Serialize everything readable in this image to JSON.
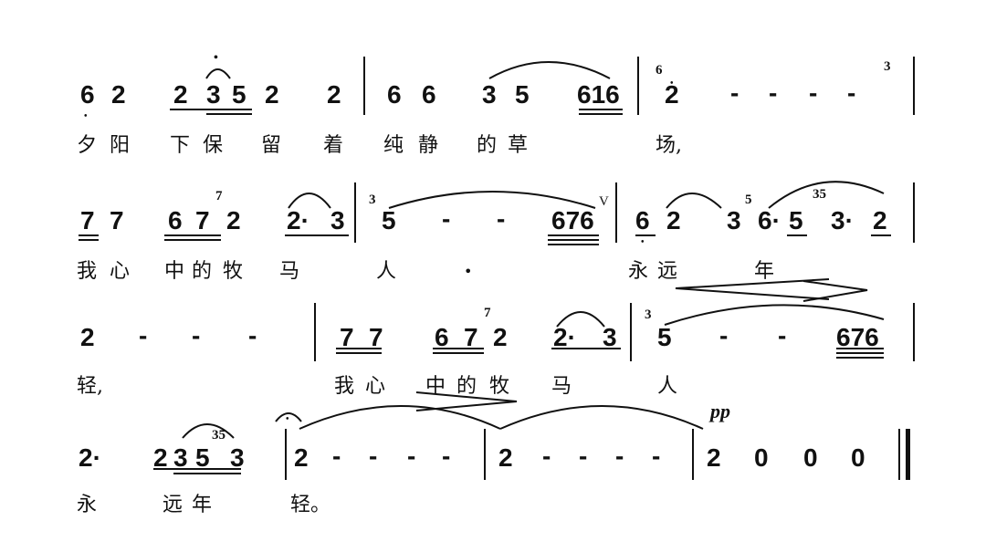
{
  "score": {
    "rows": [
      {
        "notes": [
          "6",
          "2",
          "2",
          "3",
          "5",
          "2",
          "2",
          "6",
          "6",
          "3",
          "5",
          "616",
          "2",
          "-",
          "-",
          "-",
          "-"
        ],
        "grace": [
          "6",
          "3"
        ],
        "lyrics": [
          "夕",
          "阳",
          "下",
          "保",
          "留",
          "着",
          "纯",
          "静",
          "的",
          "草",
          "场,"
        ]
      },
      {
        "notes": [
          "7",
          "7",
          "6",
          "7",
          "2",
          "2·",
          "3",
          "5",
          "-",
          "-",
          "676",
          "6",
          "2",
          "3",
          "6·",
          "5",
          "3·",
          "2"
        ],
        "grace": [
          "7",
          "3",
          "5",
          "35"
        ],
        "breath": "V",
        "lyrics": [
          "我",
          "心",
          "中",
          "的",
          "牧",
          "马",
          "人",
          "•",
          "永",
          "远",
          "年"
        ]
      },
      {
        "notes": [
          "2",
          "-",
          "-",
          "-",
          "7",
          "7",
          "6",
          "7",
          "2",
          "2·",
          "3",
          "5",
          "-",
          "-",
          "676"
        ],
        "grace": [
          "7",
          "3"
        ],
        "lyrics": [
          "轻,",
          "我",
          "心",
          "中",
          "的",
          "牧",
          "马",
          "人"
        ]
      },
      {
        "notes": [
          "2·",
          "2",
          "3",
          "5",
          "3",
          "2",
          "-",
          "-",
          "-",
          "-",
          "2",
          "-",
          "-",
          "-",
          "-",
          "2",
          "0",
          "0",
          "0"
        ],
        "grace": [
          "35"
        ],
        "dynamic": "pp",
        "lyrics": [
          "永",
          "远年",
          "轻。"
        ]
      }
    ]
  }
}
